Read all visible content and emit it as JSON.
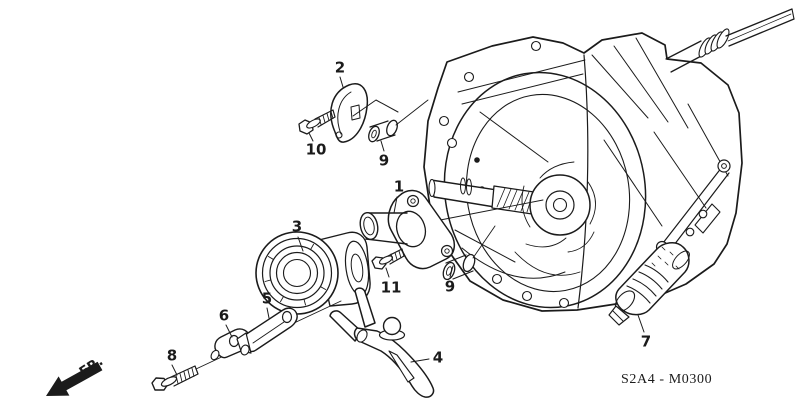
{
  "diagram": {
    "code": "S2A4 - M0300",
    "direction_label": "FR.",
    "ink_color": "#1b1b1b",
    "background_color": "#ffffff"
  },
  "callouts": {
    "c1": "1",
    "c2": "2",
    "c3": "3",
    "c4": "4",
    "c5": "5",
    "c6": "6",
    "c7": "7",
    "c8": "8",
    "c9a": "9",
    "c9b": "9",
    "c10": "10",
    "c11": "11"
  }
}
